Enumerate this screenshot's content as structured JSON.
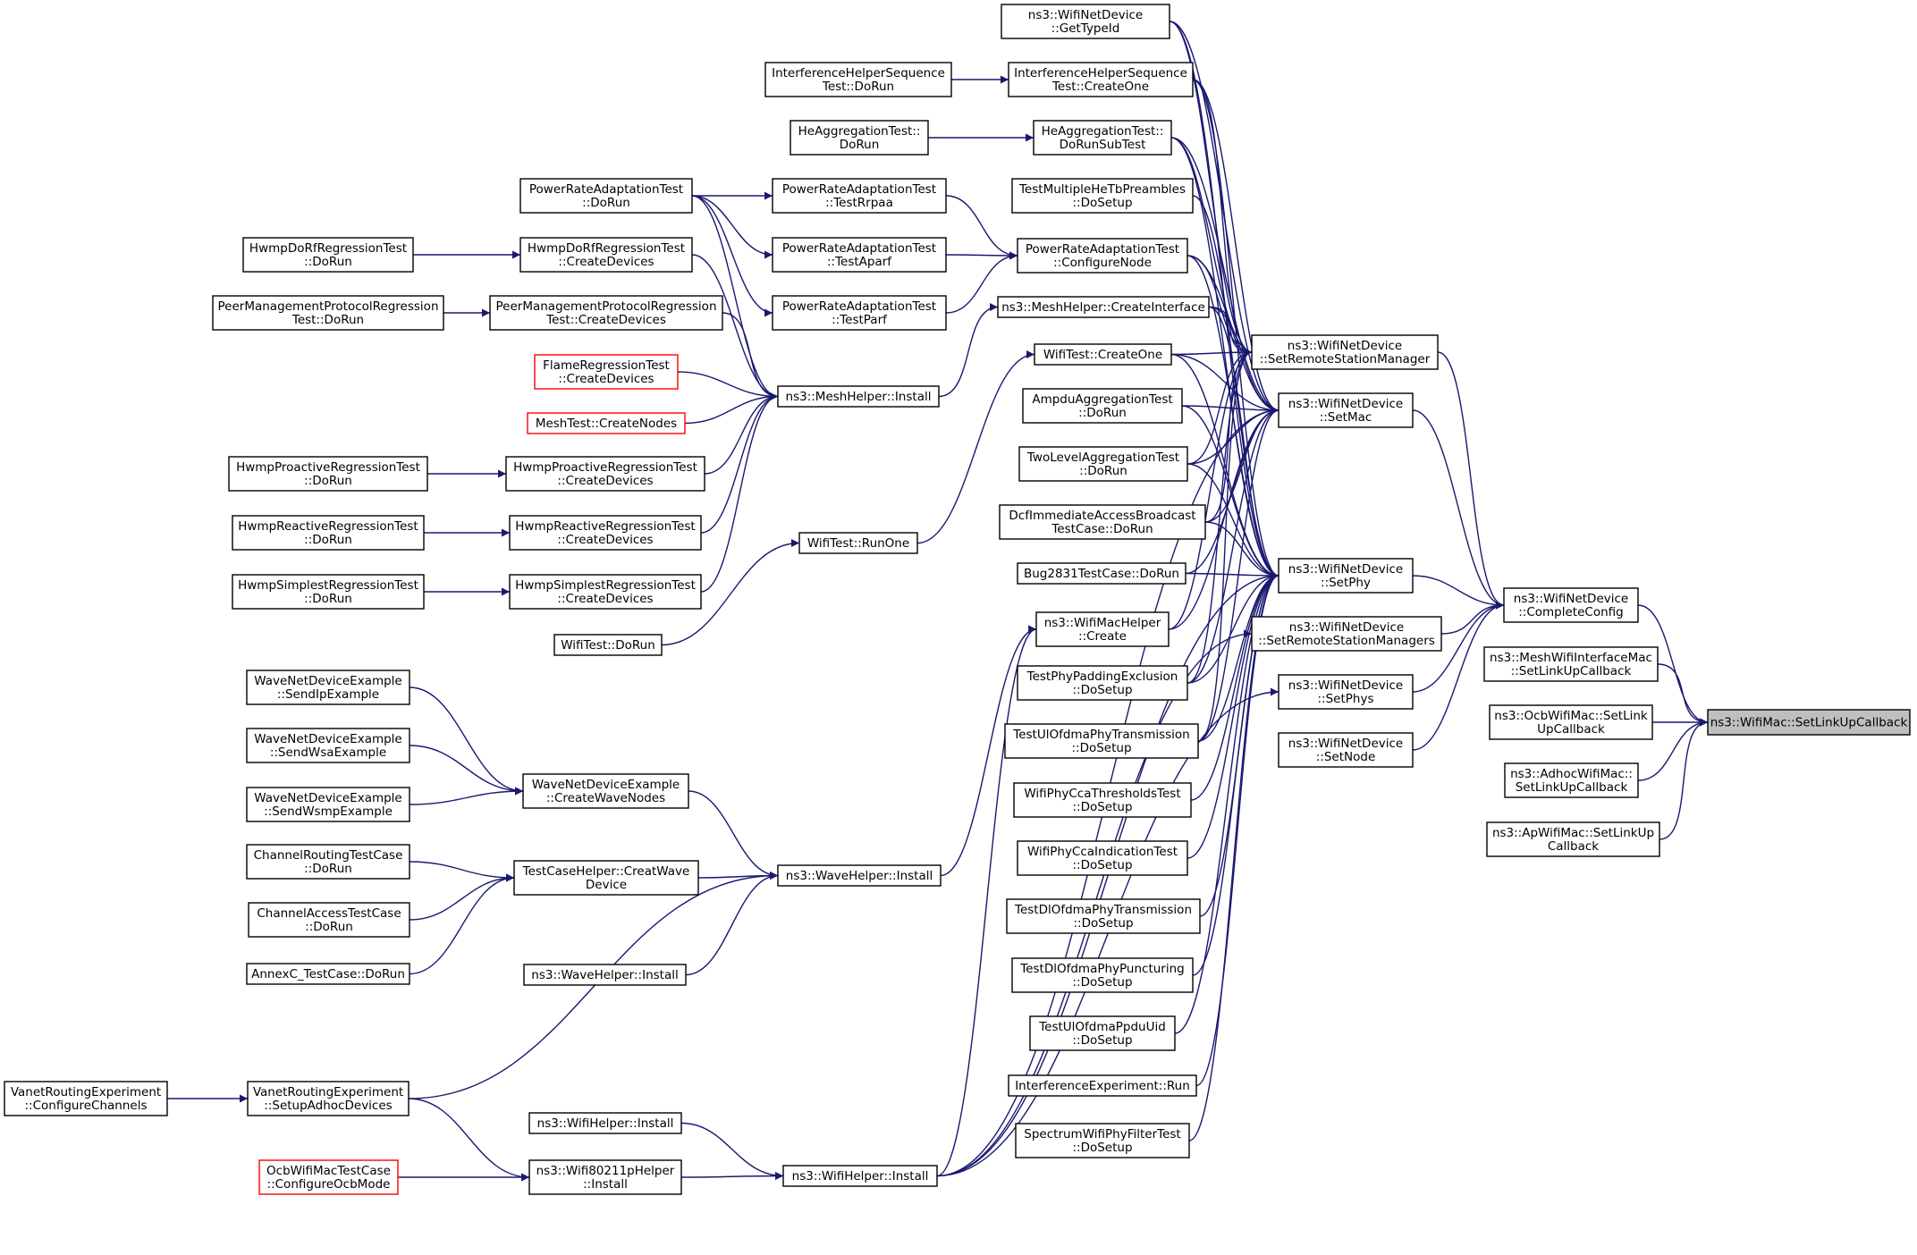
{
  "graph": {
    "type": "doxygen-caller-graph",
    "focus_node": "ns3::WifiMac::SetLinkUpCallback",
    "nodes": [
      {
        "id": "setlinkup",
        "lines": [
          "ns3::WifiMac::SetLinkUpCallback"
        ],
        "focus": true
      },
      {
        "id": "completeconfig",
        "lines": [
          "ns3::WifiNetDevice",
          "::CompleteConfig"
        ]
      },
      {
        "id": "meshifmac",
        "lines": [
          "ns3::MeshWifiInterfaceMac",
          "::SetLinkUpCallback"
        ]
      },
      {
        "id": "ocbmac",
        "lines": [
          "ns3::OcbWifiMac::SetLink",
          "UpCallback"
        ]
      },
      {
        "id": "adhocmac",
        "lines": [
          "ns3::AdhocWifiMac::",
          "SetLinkUpCallback"
        ]
      },
      {
        "id": "apmac",
        "lines": [
          "ns3::ApWifiMac::SetLinkUp",
          "Callback"
        ]
      },
      {
        "id": "setrsm",
        "lines": [
          "ns3::WifiNetDevice",
          "::SetRemoteStationManager"
        ]
      },
      {
        "id": "setmac",
        "lines": [
          "ns3::WifiNetDevice",
          "::SetMac"
        ]
      },
      {
        "id": "setphy",
        "lines": [
          "ns3::WifiNetDevice",
          "::SetPhy"
        ]
      },
      {
        "id": "setrsms",
        "lines": [
          "ns3::WifiNetDevice",
          "::SetRemoteStationManagers"
        ]
      },
      {
        "id": "setphys",
        "lines": [
          "ns3::WifiNetDevice",
          "::SetPhys"
        ]
      },
      {
        "id": "setnode",
        "lines": [
          "ns3::WifiNetDevice",
          "::SetNode"
        ]
      },
      {
        "id": "gettypeid",
        "lines": [
          "ns3::WifiNetDevice",
          "::GetTypeId"
        ]
      },
      {
        "id": "ihs_createone",
        "lines": [
          "InterferenceHelperSequence",
          "Test::CreateOne"
        ]
      },
      {
        "id": "heagg_dorunsub",
        "lines": [
          "HeAggregationTest::",
          "DoRunSubTest"
        ]
      },
      {
        "id": "tmhtp",
        "lines": [
          "TestMultipleHeTbPreambles",
          "::DoSetup"
        ]
      },
      {
        "id": "prat_config",
        "lines": [
          "PowerRateAdaptationTest",
          "::ConfigureNode"
        ]
      },
      {
        "id": "meshhelper_createif",
        "lines": [
          "ns3::MeshHelper::CreateInterface"
        ]
      },
      {
        "id": "wifitest_createone",
        "lines": [
          "WifiTest::CreateOne"
        ]
      },
      {
        "id": "ampdu",
        "lines": [
          "AmpduAggregationTest",
          "::DoRun"
        ]
      },
      {
        "id": "twolevel",
        "lines": [
          "TwoLevelAggregationTest",
          "::DoRun"
        ]
      },
      {
        "id": "dcf",
        "lines": [
          "DcfImmediateAccessBroadcast",
          "TestCase::DoRun"
        ]
      },
      {
        "id": "bug2831",
        "lines": [
          "Bug2831TestCase::DoRun"
        ]
      },
      {
        "id": "wifimachelper_create",
        "lines": [
          "ns3::WifiMacHelper",
          "::Create"
        ]
      },
      {
        "id": "tppe",
        "lines": [
          "TestPhyPaddingExclusion",
          "::DoSetup"
        ]
      },
      {
        "id": "tuopt",
        "lines": [
          "TestUlOfdmaPhyTransmission",
          "::DoSetup"
        ]
      },
      {
        "id": "wpcct",
        "lines": [
          "WifiPhyCcaThresholdsTest",
          "::DoSetup"
        ]
      },
      {
        "id": "wpcit",
        "lines": [
          "WifiPhyCcaIndicationTest",
          "::DoSetup"
        ]
      },
      {
        "id": "tdopt",
        "lines": [
          "TestDlOfdmaPhyTransmission",
          "::DoSetup"
        ]
      },
      {
        "id": "tdopp",
        "lines": [
          "TestDlOfdmaPhyPuncturing",
          "::DoSetup"
        ]
      },
      {
        "id": "tuopu",
        "lines": [
          "TestUlOfdmaPpduUid",
          "::DoSetup"
        ]
      },
      {
        "id": "ie_run",
        "lines": [
          "InterferenceExperiment::Run"
        ]
      },
      {
        "id": "swpft",
        "lines": [
          "SpectrumWifiPhyFilterTest",
          "::DoSetup"
        ]
      },
      {
        "id": "ihs_dorun",
        "lines": [
          "InterferenceHelperSequence",
          "Test::DoRun"
        ]
      },
      {
        "id": "heagg_dorun",
        "lines": [
          "HeAggregationTest::",
          "DoRun"
        ]
      },
      {
        "id": "prat_trrpaa",
        "lines": [
          "PowerRateAdaptationTest",
          "::TestRrpaa"
        ]
      },
      {
        "id": "prat_taparf",
        "lines": [
          "PowerRateAdaptationTest",
          "::TestAparf"
        ]
      },
      {
        "id": "prat_tparf",
        "lines": [
          "PowerRateAdaptationTest",
          "::TestParf"
        ]
      },
      {
        "id": "prat_dorun",
        "lines": [
          "PowerRateAdaptationTest",
          "::DoRun"
        ]
      },
      {
        "id": "meshhelper_install",
        "lines": [
          "ns3::MeshHelper::Install"
        ]
      },
      {
        "id": "wifitest_runone",
        "lines": [
          "WifiTest::RunOne"
        ]
      },
      {
        "id": "wifitest_dorun",
        "lines": [
          "WifiTest::DoRun"
        ]
      },
      {
        "id": "wavehelper_install",
        "lines": [
          "ns3::WaveHelper::Install"
        ]
      },
      {
        "id": "wavehelper_install2",
        "lines": [
          "ns3::WaveHelper::Install"
        ]
      },
      {
        "id": "wifihelper_install",
        "lines": [
          "ns3::WifiHelper::Install"
        ]
      },
      {
        "id": "wifihelper_install2",
        "lines": [
          "ns3::WifiHelper::Install"
        ]
      },
      {
        "id": "w80211p_install",
        "lines": [
          "ns3::Wifi80211pHelper",
          "::Install"
        ]
      },
      {
        "id": "hdrf_create",
        "lines": [
          "HwmpDoRfRegressionTest",
          "::CreateDevices"
        ]
      },
      {
        "id": "pmp_create",
        "lines": [
          "PeerManagementProtocolRegression",
          "Test::CreateDevices"
        ]
      },
      {
        "id": "flame_create",
        "lines": [
          "FlameRegressionTest",
          "::CreateDevices"
        ],
        "red": true
      },
      {
        "id": "mesh_createnodes",
        "lines": [
          "MeshTest::CreateNodes"
        ],
        "red": true
      },
      {
        "id": "hpro_create",
        "lines": [
          "HwmpProactiveRegressionTest",
          "::CreateDevices"
        ]
      },
      {
        "id": "hrea_create",
        "lines": [
          "HwmpReactiveRegressionTest",
          "::CreateDevices"
        ]
      },
      {
        "id": "hsim_create",
        "lines": [
          "HwmpSimplestRegressionTest",
          "::CreateDevices"
        ]
      },
      {
        "id": "wnde_createwn",
        "lines": [
          "WaveNetDeviceExample",
          "::CreateWaveNodes"
        ]
      },
      {
        "id": "tch_creatwave",
        "lines": [
          "TestCaseHelper::CreatWave",
          "Device"
        ]
      },
      {
        "id": "hdrf_dorun",
        "lines": [
          "HwmpDoRfRegressionTest",
          "::DoRun"
        ]
      },
      {
        "id": "pmp_dorun",
        "lines": [
          "PeerManagementProtocolRegression",
          "Test::DoRun"
        ]
      },
      {
        "id": "hpro_dorun",
        "lines": [
          "HwmpProactiveRegressionTest",
          "::DoRun"
        ]
      },
      {
        "id": "hrea_dorun",
        "lines": [
          "HwmpReactiveRegressionTest",
          "::DoRun"
        ]
      },
      {
        "id": "hsim_dorun",
        "lines": [
          "HwmpSimplestRegressionTest",
          "::DoRun"
        ]
      },
      {
        "id": "wnde_sendip",
        "lines": [
          "WaveNetDeviceExample",
          "::SendIpExample"
        ]
      },
      {
        "id": "wnde_sendwsa",
        "lines": [
          "WaveNetDeviceExample",
          "::SendWsaExample"
        ]
      },
      {
        "id": "wnde_sendwsmp",
        "lines": [
          "WaveNetDeviceExample",
          "::SendWsmpExample"
        ]
      },
      {
        "id": "crt_dorun",
        "lines": [
          "ChannelRoutingTestCase",
          "::DoRun"
        ]
      },
      {
        "id": "cat_dorun",
        "lines": [
          "ChannelAccessTestCase",
          "::DoRun"
        ]
      },
      {
        "id": "annexc_dorun",
        "lines": [
          "AnnexC_TestCase::DoRun"
        ]
      },
      {
        "id": "vre_setup",
        "lines": [
          "VanetRoutingExperiment",
          "::SetupAdhocDevices"
        ]
      },
      {
        "id": "ocbtc_config",
        "lines": [
          "OcbWifiMacTestCase",
          "::ConfigureOcbMode"
        ],
        "red": true
      },
      {
        "id": "vre_config",
        "lines": [
          "VanetRoutingExperiment",
          "::ConfigureChannels"
        ]
      }
    ],
    "edges": [
      [
        "completeconfig",
        "setlinkup"
      ],
      [
        "meshifmac",
        "setlinkup"
      ],
      [
        "ocbmac",
        "setlinkup"
      ],
      [
        "adhocmac",
        "setlinkup"
      ],
      [
        "apmac",
        "setlinkup"
      ],
      [
        "setrsm",
        "completeconfig"
      ],
      [
        "setmac",
        "completeconfig"
      ],
      [
        "setphy",
        "completeconfig"
      ],
      [
        "setrsms",
        "completeconfig"
      ],
      [
        "setphys",
        "completeconfig"
      ],
      [
        "setnode",
        "completeconfig"
      ],
      [
        "gettypeid",
        "setrsm"
      ],
      [
        "ihs_createone",
        "setrsm"
      ],
      [
        "heagg_dorunsub",
        "setrsm"
      ],
      [
        "prat_config",
        "setrsm"
      ],
      [
        "meshhelper_createif",
        "setrsm"
      ],
      [
        "wifitest_createone",
        "setrsm"
      ],
      [
        "twolevel",
        "setrsm"
      ],
      [
        "dcf",
        "setrsm"
      ],
      [
        "wifimachelper_create",
        "setrsm"
      ],
      [
        "tppe",
        "setrsm"
      ],
      [
        "tuopt",
        "setrsm"
      ],
      [
        "gettypeid",
        "setmac"
      ],
      [
        "ihs_createone",
        "setmac"
      ],
      [
        "heagg_dorunsub",
        "setmac"
      ],
      [
        "prat_config",
        "setmac"
      ],
      [
        "meshhelper_createif",
        "setmac"
      ],
      [
        "wifitest_createone",
        "setmac"
      ],
      [
        "ampdu",
        "setmac"
      ],
      [
        "twolevel",
        "setmac"
      ],
      [
        "dcf",
        "setmac"
      ],
      [
        "bug2831",
        "setmac"
      ],
      [
        "wifimachelper_create",
        "setmac"
      ],
      [
        "tppe",
        "setmac"
      ],
      [
        "tuopt",
        "setmac"
      ],
      [
        "wifihelper_install",
        "setmac"
      ],
      [
        "gettypeid",
        "setphy"
      ],
      [
        "ihs_createone",
        "setphy"
      ],
      [
        "heagg_dorunsub",
        "setphy"
      ],
      [
        "tmhtp",
        "setphy"
      ],
      [
        "prat_config",
        "setphy"
      ],
      [
        "meshhelper_createif",
        "setphy"
      ],
      [
        "wifitest_createone",
        "setphy"
      ],
      [
        "ampdu",
        "setphy"
      ],
      [
        "twolevel",
        "setphy"
      ],
      [
        "dcf",
        "setphy"
      ],
      [
        "bug2831",
        "setphy"
      ],
      [
        "tppe",
        "setphy"
      ],
      [
        "tuopt",
        "setphy"
      ],
      [
        "wpcct",
        "setphy"
      ],
      [
        "wpcit",
        "setphy"
      ],
      [
        "tdopt",
        "setphy"
      ],
      [
        "tdopp",
        "setphy"
      ],
      [
        "tuopu",
        "setphy"
      ],
      [
        "ie_run",
        "setphy"
      ],
      [
        "swpft",
        "setphy"
      ],
      [
        "wifihelper_install",
        "setphy"
      ],
      [
        "wifihelper_install",
        "setrsms"
      ],
      [
        "wifihelper_install",
        "setphys"
      ],
      [
        "ihs_dorun",
        "ihs_createone"
      ],
      [
        "heagg_dorun",
        "heagg_dorunsub"
      ],
      [
        "prat_trrpaa",
        "prat_config"
      ],
      [
        "prat_taparf",
        "prat_config"
      ],
      [
        "prat_tparf",
        "prat_config"
      ],
      [
        "prat_dorun",
        "prat_trrpaa"
      ],
      [
        "prat_dorun",
        "prat_taparf"
      ],
      [
        "prat_dorun",
        "prat_tparf"
      ],
      [
        "meshhelper_install",
        "meshhelper_createif"
      ],
      [
        "wifitest_runone",
        "wifitest_createone"
      ],
      [
        "wifitest_dorun",
        "wifitest_runone"
      ],
      [
        "wavehelper_install",
        "wifimachelper_create"
      ],
      [
        "wifihelper_install",
        "wifimachelper_create"
      ],
      [
        "hdrf_create",
        "meshhelper_install"
      ],
      [
        "pmp_create",
        "meshhelper_install"
      ],
      [
        "flame_create",
        "meshhelper_install"
      ],
      [
        "mesh_createnodes",
        "meshhelper_install"
      ],
      [
        "hpro_create",
        "meshhelper_install"
      ],
      [
        "hrea_create",
        "meshhelper_install"
      ],
      [
        "hsim_create",
        "meshhelper_install"
      ],
      [
        "prat_dorun",
        "meshhelper_install"
      ],
      [
        "hdrf_dorun",
        "hdrf_create"
      ],
      [
        "pmp_dorun",
        "pmp_create"
      ],
      [
        "hpro_dorun",
        "hpro_create"
      ],
      [
        "hrea_dorun",
        "hrea_create"
      ],
      [
        "hsim_dorun",
        "hsim_create"
      ],
      [
        "wnde_createwn",
        "wavehelper_install"
      ],
      [
        "tch_creatwave",
        "wavehelper_install"
      ],
      [
        "wavehelper_install2",
        "wavehelper_install"
      ],
      [
        "vre_setup",
        "wavehelper_install"
      ],
      [
        "wnde_sendip",
        "wnde_createwn"
      ],
      [
        "wnde_sendwsa",
        "wnde_createwn"
      ],
      [
        "wnde_sendwsmp",
        "wnde_createwn"
      ],
      [
        "crt_dorun",
        "tch_creatwave"
      ],
      [
        "cat_dorun",
        "tch_creatwave"
      ],
      [
        "annexc_dorun",
        "tch_creatwave"
      ],
      [
        "vre_config",
        "vre_setup"
      ],
      [
        "vre_setup",
        "w80211p_install"
      ],
      [
        "ocbtc_config",
        "w80211p_install"
      ],
      [
        "w80211p_install",
        "wifihelper_install"
      ],
      [
        "wifihelper_install2",
        "wifihelper_install"
      ]
    ]
  }
}
